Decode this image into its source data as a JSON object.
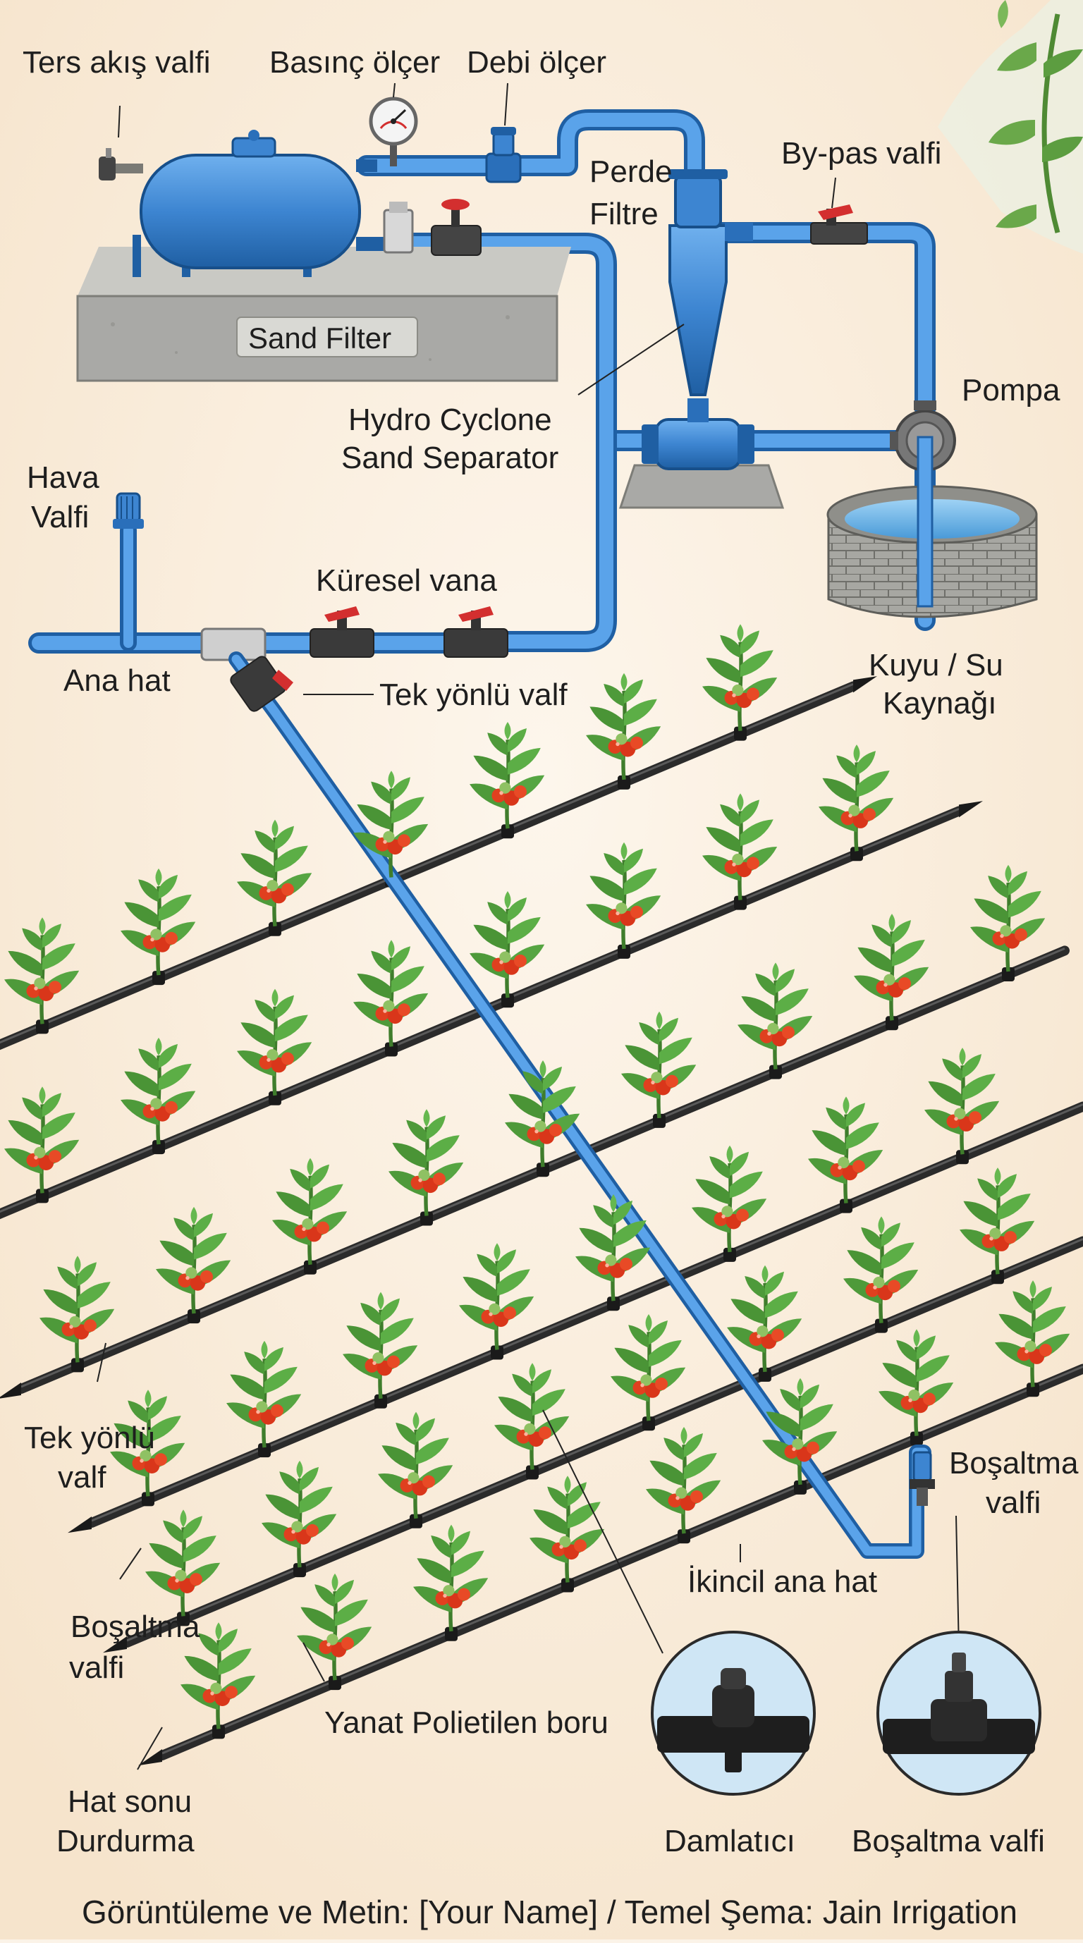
{
  "labels": {
    "ters_akis_valfi": "Ters akış valfi",
    "basinc_olcer": "Basınç ölçer",
    "debi_olcer": "Debi ölçer",
    "perde_filtre_1": "Perde",
    "perde_filtre_2": "Filtre",
    "bypas_valfi": "By-pas valfi",
    "sand_filter": "Sand Filter",
    "pompa": "Pompa",
    "hydro_cyclone_1": "Hydro Cyclone",
    "hydro_cyclone_2": "Sand Separator",
    "hava_valfi_1": "Hava",
    "hava_valfi_2": "Valfi",
    "kuresel_vana": "Küresel vana",
    "ana_hat": "Ana hat",
    "tek_yonlu_valf_top": "Tek yönlü valf",
    "kuyu_1": "Kuyu / Su",
    "kuyu_2": "Kaynağı",
    "tek_yonlu_valf_left_1": "Tek yönlü",
    "tek_yonlu_valf_left_2": "valf",
    "bosaltma_valfi_right_1": "Boşaltma",
    "bosaltma_valfi_right_2": "valfi",
    "ikincil_ana_hat": "İkincil ana hat",
    "bosaltma_valfi_left_1": "Boşaltma",
    "bosaltma_valfi_left_2": "valfi",
    "yanat_polietilen": "Yanat Polietilen boru",
    "hat_sonu_1": "Hat sonu",
    "hat_sonu_2": "Durdurma",
    "damlatici": "Damlatıcı",
    "bosaltma_valfi_inset": "Boşaltma valfi"
  },
  "footer": "Görüntüleme ve Metin: [Your Name] / Temel Şema: Jain Irrigation",
  "colors": {
    "pipe_blue": "#3d85d1",
    "pipe_dark": "#1f5fa3",
    "drip_line": "#2b2b2b",
    "valve_red": "#d32f2f",
    "leaf_green": "#4e9a3a",
    "tomato_red": "#e0401f",
    "concrete": "#a9a9a6",
    "background": "#fbf3e8"
  },
  "icons": [
    "sand-filter-tank-icon",
    "pressure-gauge-icon",
    "flow-meter-icon",
    "hydrocyclone-icon",
    "screen-filter-icon",
    "pump-icon",
    "well-icon",
    "ball-valve-icon",
    "air-valve-icon",
    "check-valve-icon",
    "drip-emitter-icon",
    "flush-valve-icon",
    "end-stop-icon",
    "tomato-plant-icon"
  ]
}
